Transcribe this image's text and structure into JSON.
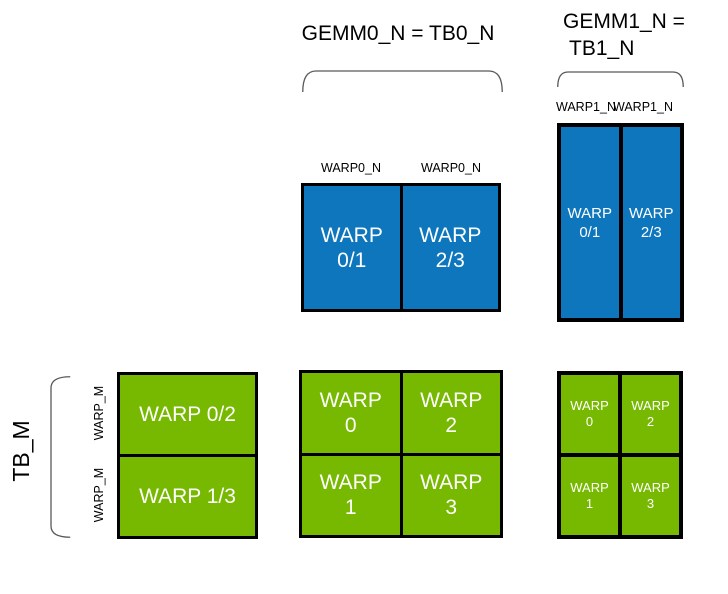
{
  "colors": {
    "blue": "#0d76bd",
    "green": "#76b900",
    "grid-border": "#000000",
    "bracket": "#595959",
    "text-dark": "#000000",
    "text-light": "#ffffff",
    "bg": "#ffffff"
  },
  "titles": {
    "gemm0": "GEMM0_N = TB0_N",
    "gemm1_line1": "GEMM1_N =",
    "gemm1_line2": "TB1_N"
  },
  "left_axis": {
    "tb": "TB_M",
    "warp_row_labels": [
      "WARP_M",
      "WARP_M"
    ]
  },
  "mid": {
    "col_labels": [
      "WARP0_N",
      "WARP0_N"
    ],
    "blue_cells": [
      {
        "l1": "WARP",
        "l2": "0/1"
      },
      {
        "l1": "WARP",
        "l2": "2/3"
      }
    ],
    "green_cells": [
      {
        "l1": "WARP",
        "l2": "0"
      },
      {
        "l1": "WARP",
        "l2": "2"
      },
      {
        "l1": "WARP",
        "l2": "1"
      },
      {
        "l1": "WARP",
        "l2": "3"
      }
    ]
  },
  "right": {
    "col_labels": [
      "WARP1_N",
      "WARP1_N"
    ],
    "blue_cells": [
      {
        "l1": "WARP",
        "l2": "0/1"
      },
      {
        "l1": "WARP",
        "l2": "2/3"
      }
    ],
    "green_cells": [
      {
        "l1": "WARP",
        "l2": "0"
      },
      {
        "l1": "WARP",
        "l2": "2"
      },
      {
        "l1": "WARP",
        "l2": "1"
      },
      {
        "l1": "WARP",
        "l2": "3"
      }
    ]
  },
  "left": {
    "green_cells": [
      "WARP 0/2",
      "WARP 1/3"
    ]
  }
}
